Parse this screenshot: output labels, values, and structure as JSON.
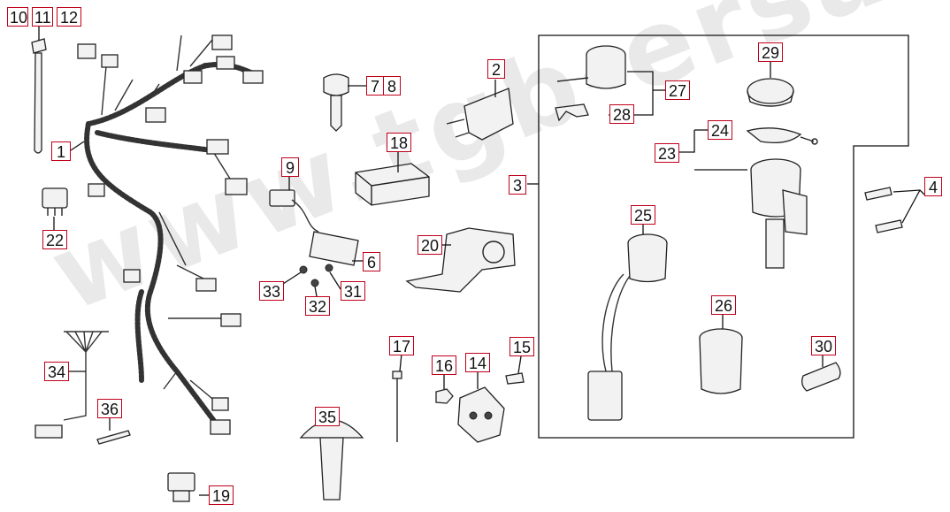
{
  "diagram": {
    "watermark": "www.tgb-ersatzteile.de",
    "colors": {
      "callout_border": "#c0001a",
      "line": "#111111",
      "watermark": "#d8d8d8"
    },
    "callouts": [
      {
        "id": "c10",
        "label": "10"
      },
      {
        "id": "c11",
        "label": "11"
      },
      {
        "id": "c12",
        "label": "12"
      },
      {
        "id": "c1",
        "label": "1"
      },
      {
        "id": "c22",
        "label": "22"
      },
      {
        "id": "c7",
        "label": "7"
      },
      {
        "id": "c8",
        "label": "8"
      },
      {
        "id": "c2",
        "label": "2"
      },
      {
        "id": "c18",
        "label": "18"
      },
      {
        "id": "c9",
        "label": "9"
      },
      {
        "id": "c6",
        "label": "6"
      },
      {
        "id": "c20",
        "label": "20"
      },
      {
        "id": "c33",
        "label": "33"
      },
      {
        "id": "c32",
        "label": "32"
      },
      {
        "id": "c31",
        "label": "31"
      },
      {
        "id": "c3",
        "label": "3"
      },
      {
        "id": "c27",
        "label": "27"
      },
      {
        "id": "c28",
        "label": "28"
      },
      {
        "id": "c29",
        "label": "29"
      },
      {
        "id": "c24",
        "label": "24"
      },
      {
        "id": "c23",
        "label": "23"
      },
      {
        "id": "c4",
        "label": "4"
      },
      {
        "id": "c25",
        "label": "25"
      },
      {
        "id": "c26",
        "label": "26"
      },
      {
        "id": "c30",
        "label": "30"
      },
      {
        "id": "c34",
        "label": "34"
      },
      {
        "id": "c36",
        "label": "36"
      },
      {
        "id": "c17",
        "label": "17"
      },
      {
        "id": "c16",
        "label": "16"
      },
      {
        "id": "c14",
        "label": "14"
      },
      {
        "id": "c15",
        "label": "15"
      },
      {
        "id": "c35",
        "label": "35"
      },
      {
        "id": "c19",
        "label": "19"
      }
    ]
  }
}
